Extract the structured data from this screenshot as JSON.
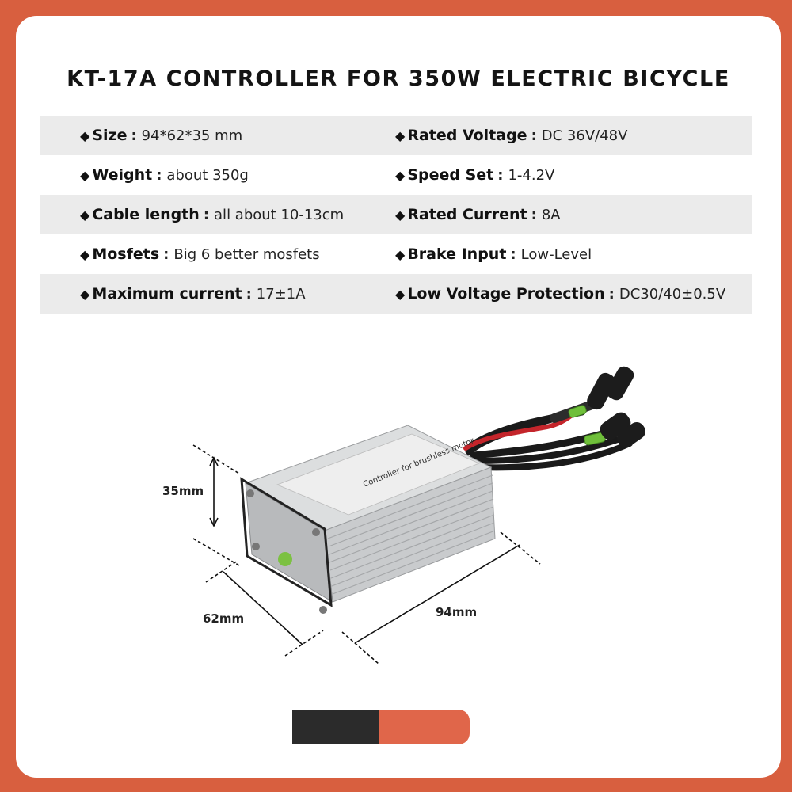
{
  "title": "KT-17A CONTROLLER FOR 350W ELECTRIC BICYCLE",
  "specs_left": [
    {
      "label": "Size",
      "value": "94*62*35 mm"
    },
    {
      "label": "Weight",
      "value": "about 350g"
    },
    {
      "label": "Cable length",
      "value": "all about 10-13cm"
    },
    {
      "label": "Mosfets",
      "value": "Big 6 better mosfets"
    },
    {
      "label": "Maximum current",
      "value": "17±1A"
    }
  ],
  "specs_right": [
    {
      "label": "Rated Voltage",
      "value": "DC 36V/48V"
    },
    {
      "label": "Speed Set",
      "value": "1-4.2V"
    },
    {
      "label": "Rated Current",
      "value": "8A"
    },
    {
      "label": "Brake Input",
      "value": "Low-Level"
    },
    {
      "label": "Low Voltage Protection",
      "value": "DC30/40±0.5V"
    }
  ],
  "bullet": "◆",
  "colon": ":",
  "dimensions": {
    "height": "35mm",
    "width": "62mm",
    "length": "94mm"
  },
  "label_text": "Controller for brushless motor",
  "colors": {
    "accent": "#d85f3f",
    "dark": "#2b2b2b",
    "row_shade": "#ebebeb"
  }
}
